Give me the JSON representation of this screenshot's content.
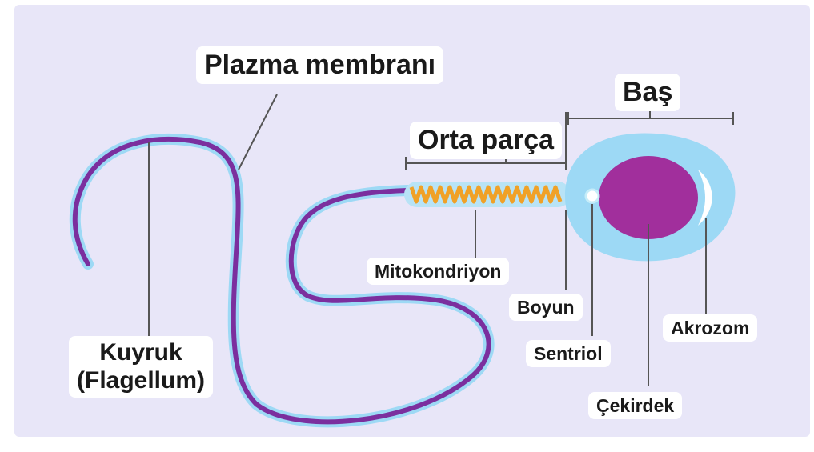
{
  "colors": {
    "background": "#e8e6f8",
    "membrane": "#9dd9f5",
    "tail": "#7b2f9e",
    "nucleus": "#a12f9c",
    "midpiece": "#f0a127",
    "line": "#555555",
    "label_bg": "#ffffff"
  },
  "labels": {
    "plasma_membrane": "Plazma membranı",
    "head": "Baş",
    "midpiece": "Orta parça",
    "mitochondria": "Mitokondriyon",
    "neck": "Boyun",
    "centriole": "Sentriol",
    "acrosome": "Akrozom",
    "nucleus": "Çekirdek",
    "tail_line1": "Kuyruk",
    "tail_line2": "(Flagellum)"
  }
}
